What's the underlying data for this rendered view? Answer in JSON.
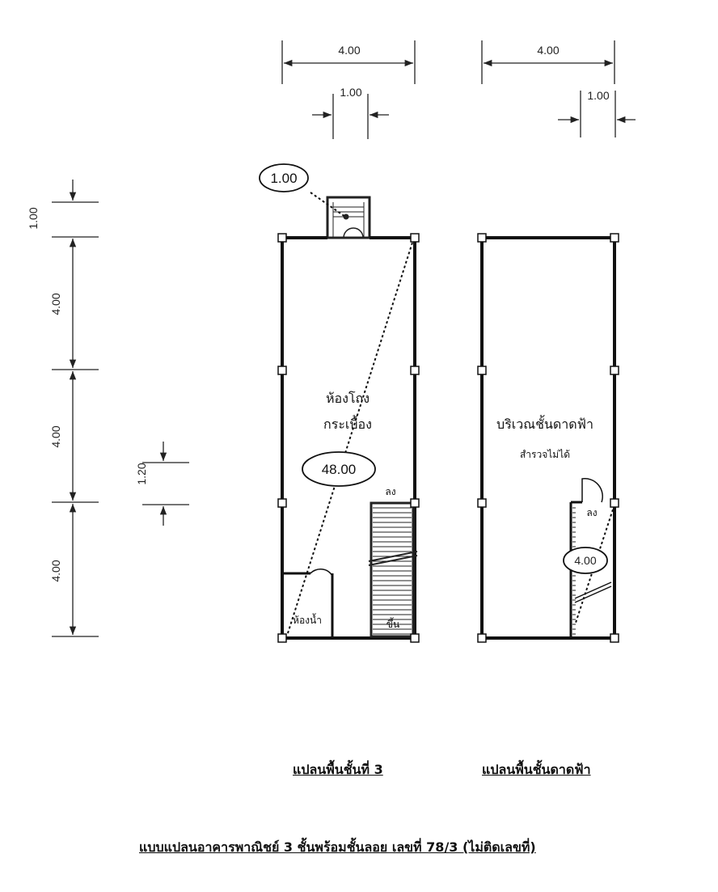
{
  "top_dims": {
    "floor3_width": "4.00",
    "floor3_stair_width": "1.00",
    "roof_width": "4.00",
    "roof_stair_width": "1.00"
  },
  "left_dims": {
    "seg1": "1.00",
    "seg2": "4.00",
    "seg3": "4.00",
    "seg4": "4.00",
    "small": "1.20"
  },
  "floor3": {
    "callout_stair": "1.00",
    "room_line1": "ห้องโถง",
    "room_line2": "กระเบื้อง",
    "area_bubble": "48.00",
    "stair_down": "ลง",
    "stair_up": "ขึ้น",
    "bathroom": "ห้องน้ำ"
  },
  "roof": {
    "area_line1": "บริเวณชั้นดาดฟ้า",
    "area_line2": "สำรวจไม่ได้",
    "stair_down": "ลง",
    "area_bubble": "4.00"
  },
  "captions": {
    "floor3": "แปลนพื้นชั้นที่ 3",
    "roof": "แปลนพื้นชั้นดาดฟ้า",
    "title": "แบบแปลนอาคารพาณิชย์ 3 ชั้นพร้อมชั้นลอย เลขที่ 78/3 (ไม่ติดเลขที่)"
  }
}
